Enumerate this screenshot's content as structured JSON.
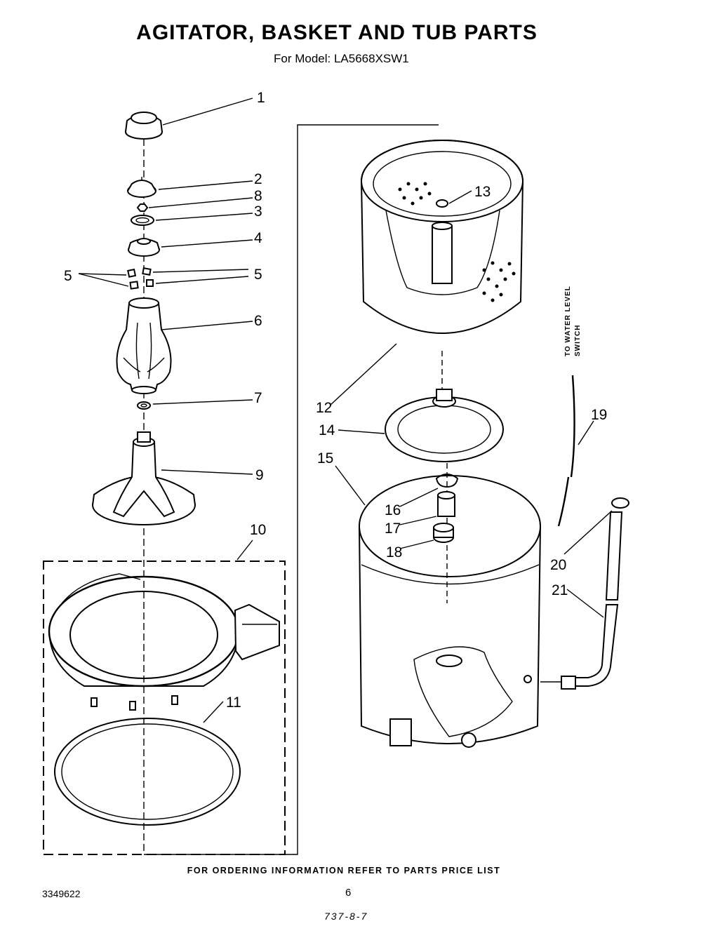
{
  "header": {
    "title": "AGITATOR, BASKET AND TUB PARTS",
    "subtitle": "For Model: LA5668XSW1"
  },
  "callouts": [
    "1",
    "2",
    "8",
    "3",
    "4",
    "5",
    "5",
    "6",
    "7",
    "9",
    "10",
    "11",
    "12",
    "13",
    "14",
    "15",
    "16",
    "17",
    "18",
    "19",
    "20",
    "21"
  ],
  "side_note": {
    "line1": "TO WATER LEVEL",
    "line2": "SWITCH"
  },
  "footer": {
    "ordering_note": "FOR ORDERING INFORMATION REFER TO PARTS PRICE LIST",
    "document_number": "3349622",
    "page_number": "6",
    "code": "737-8-7"
  }
}
